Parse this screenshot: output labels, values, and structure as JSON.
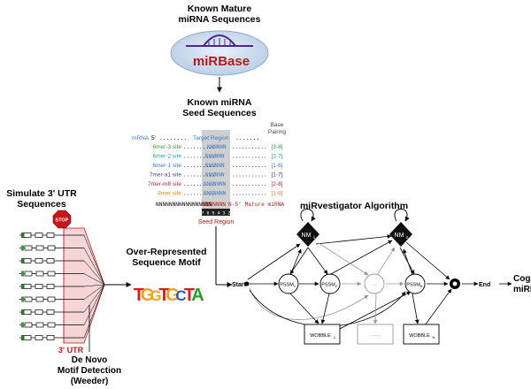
{
  "colors": {
    "mirna_blue": "#3a78c8",
    "mirbase_red": "#b01c1c",
    "stop_red": "#c8161b",
    "green_site": "#3c9a3c",
    "teal_site": "#2aa09a",
    "blue_site": "#3a78c8",
    "purple_site": "#4a3a9a",
    "crimson_site": "#b0243a",
    "orange_site": "#e08a18",
    "utr_fill": "#f5d5d5",
    "seed_grey": "#c8c8c8"
  },
  "top": {
    "title_line1": "Known Mature",
    "title_line2": "miRNA Sequences",
    "logo_text": "miRBase",
    "seed_title_line1": "Known miRNA",
    "seed_title_line2": "Seed Sequences"
  },
  "alignment": {
    "header_base_line1": "Base",
    "header_base_line2": "Pairing",
    "mirna_label": "mRNA",
    "five_prime": "5'",
    "dots_left": "........",
    "target_region": "Target Region",
    "dots_right": ".......",
    "rows": [
      {
        "name": "6mer-3 site",
        "left": "..........",
        "seq": "NNNNNN",
        "right": "...........",
        "pairing": "[3-8]"
      },
      {
        "name": "6mer-2 site",
        "left": "..........",
        "seq": "NNNNNN",
        "right": "...........",
        "pairing": "[2-7]"
      },
      {
        "name": "6mer-1 site",
        "left": "..........",
        "seq": "NNNNNN",
        "right": "...........",
        "pairing": "[1-6]"
      },
      {
        "name": "7mer-a1 site",
        "left": "..........",
        "seq": "NNNNNN",
        "right": "...........",
        "pairing": "[1-7]"
      },
      {
        "name": "7mer-m8 site",
        "left": "..........",
        "seq": "NNNNNNN",
        "right": "...........",
        "pairing": "[2-8]"
      },
      {
        "name": "8mer site",
        "left": "..........",
        "seq": "NNNNNNN",
        "right": "...........",
        "pairing": "[1-8]"
      }
    ],
    "mature_left": "NNNNNNNNNNNNNNNNN",
    "mature_mid": "NNNNNNN",
    "mature_right": "N-5' Mature miRNA",
    "position_numbers": "8 7 6 5 4 3 2 1",
    "seed_region": "Seed Region"
  },
  "left": {
    "title_line1": "Simulate 3' UTR",
    "title_line2": "Sequences",
    "stop_label": "STOP",
    "utr_label": "3' UTR",
    "weeder_line1": "De Novo",
    "weeder_line2": "Motif Detection",
    "weeder_line3": "(Weeder)"
  },
  "motif": {
    "title_line1": "Over-Represented",
    "title_line2": "Sequence Motif",
    "logo_letters": [
      "T",
      "G",
      "G",
      "T",
      "G",
      "C",
      "T",
      "A"
    ]
  },
  "algorithm": {
    "title": "miRvestigator Algorithm",
    "start_label": "Start",
    "end_label": "End",
    "nm_top_left": "NM",
    "nm_top_left_sub": "1",
    "nm_top_right": "NM",
    "nm_top_right_sub": "2",
    "pssm_nodes": [
      {
        "label": "PSSM",
        "sub": "1"
      },
      {
        "label": "PSSM",
        "sub": "2"
      },
      {
        "label": "...",
        "sub": ""
      },
      {
        "label": "PSSM",
        "sub": "N"
      }
    ],
    "wobble_nodes": [
      {
        "label": "WOBBLE",
        "sub": "1"
      },
      {
        "label": "......",
        "sub": ""
      },
      {
        "label": "WOBBLE",
        "sub": "N"
      }
    ],
    "result_line1": "Cognate",
    "result_line2": "miRNA"
  }
}
